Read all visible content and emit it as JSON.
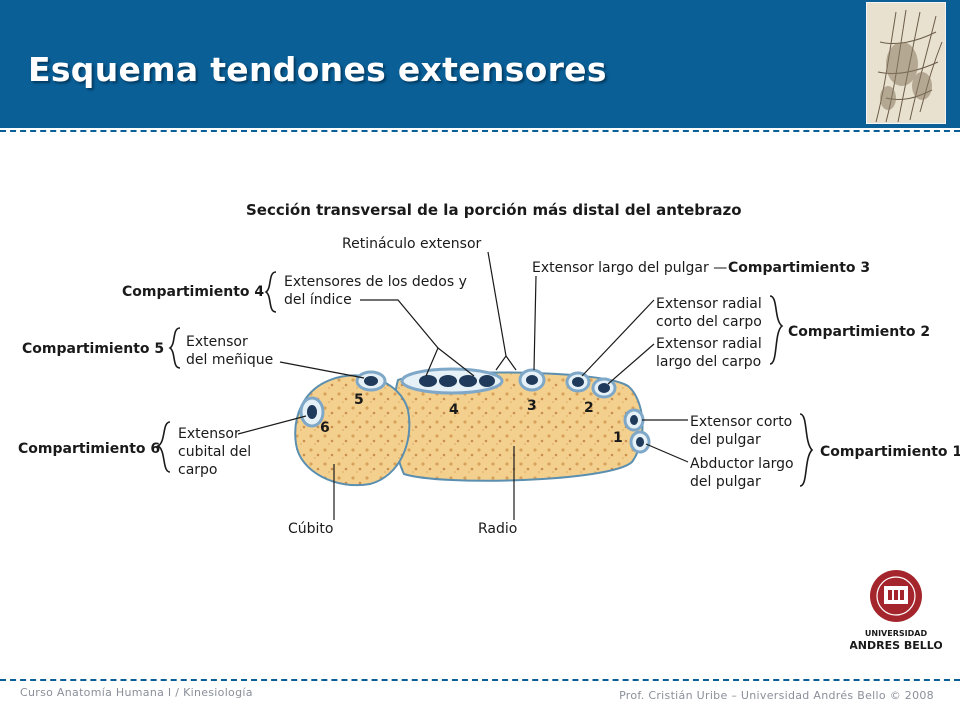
{
  "slide": {
    "title": "Esquema tendones extensores",
    "footer_left": "Curso Anatomía Humana I / Kinesiología",
    "footer_right": "Prof. Cristián Uribe – Universidad Andrés Bello © 2008"
  },
  "diagram": {
    "heading": "Sección transversal de la porción más distal del antebrazo",
    "labels": {
      "retinaculo": "Retináculo extensor",
      "ext_largo_pulgar": "Extensor largo del pulgar —",
      "comp3": "Compartimiento 3",
      "comp4": "Compartimiento 4",
      "ext_dedos_1": "Extensores de los dedos y",
      "ext_dedos_2": "del índice",
      "comp5": "Compartimiento 5",
      "ext_menique_1": "Extensor",
      "ext_menique_2": "del meñique",
      "comp6": "Compartimiento 6",
      "ext_cubital_1": "Extensor",
      "ext_cubital_2": "cubital del",
      "ext_cubital_3": "carpo",
      "ext_rad_corto_1": "Extensor radial",
      "ext_rad_corto_2": "corto del carpo",
      "ext_rad_largo_1": "Extensor radial",
      "ext_rad_largo_2": "largo del carpo",
      "comp2": "Compartimiento 2",
      "ext_corto_pulgar_1": "Extensor corto",
      "ext_corto_pulgar_2": "del pulgar",
      "abductor_1": "Abductor largo",
      "abductor_2": "del pulgar",
      "comp1": "Compartimiento 1",
      "cubito": "Cúbito",
      "radio": "Radio"
    },
    "numbers": {
      "n1": "1",
      "n2": "2",
      "n3": "3",
      "n4": "4",
      "n5": "5",
      "n6": "6"
    }
  },
  "logo": {
    "line1": "UNIVERSIDAD",
    "line2": "ANDRES BELLO",
    "color": "#a4262c"
  },
  "colors": {
    "header_bg": "#0a5f96",
    "bone": "#f4d08e",
    "tendon_sheath": "#7fa8c8",
    "tendon": "#1f3a5a"
  }
}
